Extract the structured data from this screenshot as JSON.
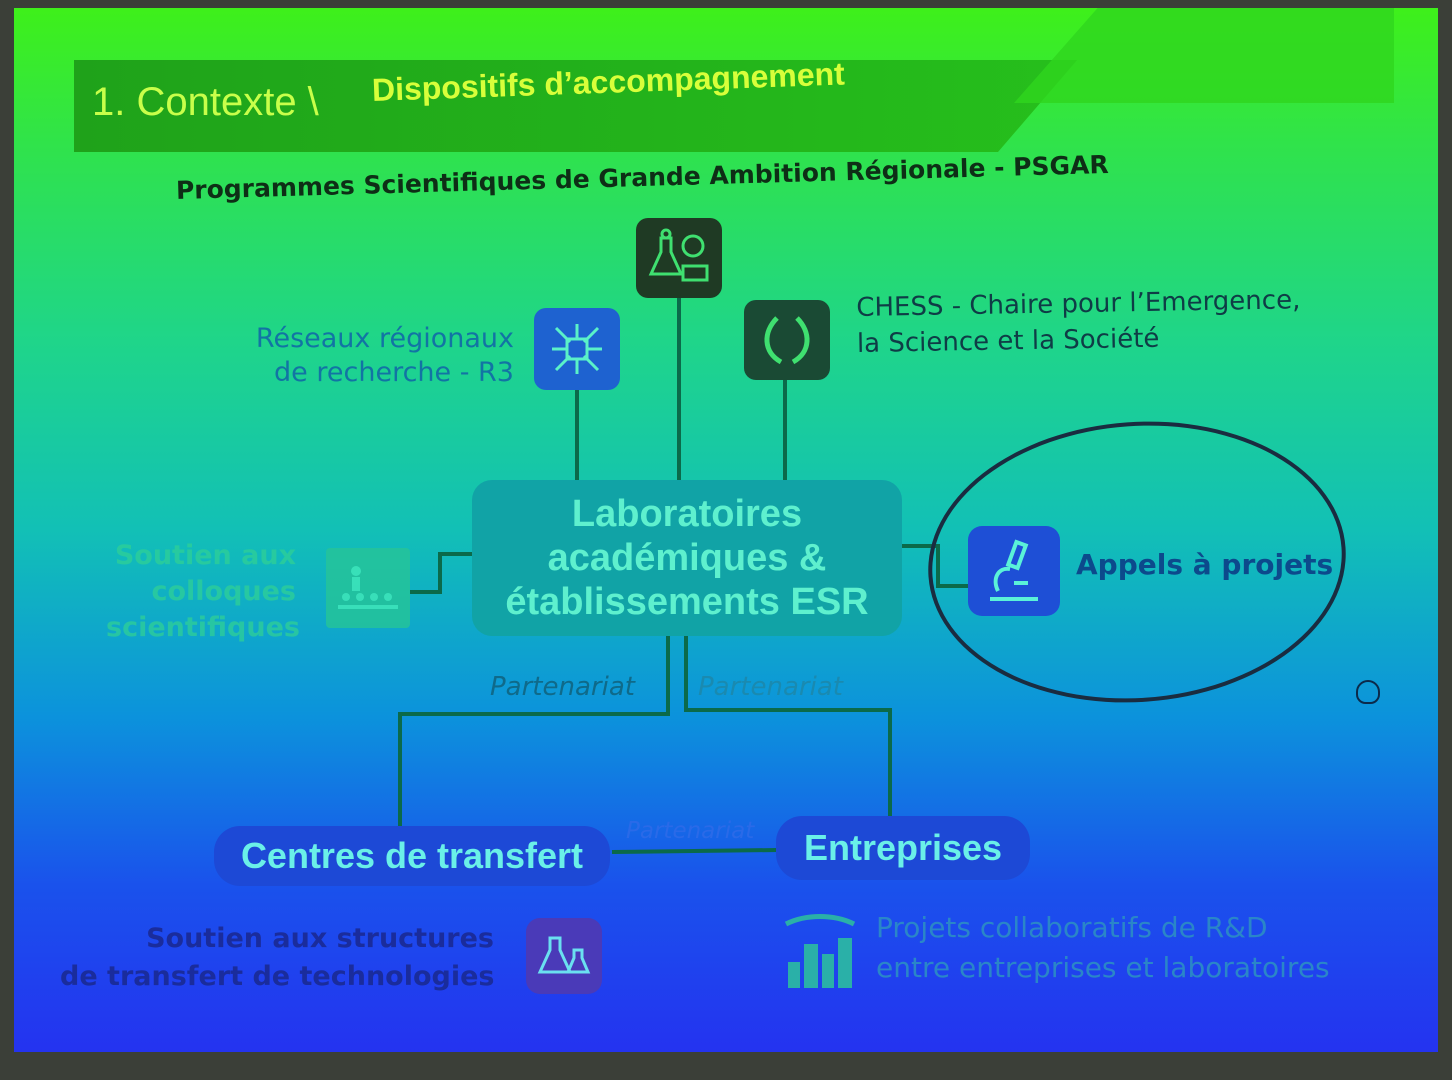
{
  "header": {
    "number_label": "1. Contexte \\",
    "title": "Dispositifs d’accompagnement"
  },
  "diagram": {
    "top_program": "Programmes Scientifiques de Grande Ambition Régionale - PSGAR",
    "reseaux_line1": "Réseaux régionaux",
    "reseaux_line2": "de recherche - R3",
    "chess_line1": "CHESS - Chaire pour l’Emergence,",
    "chess_line2": "la Science et la Société",
    "center_line1": "Laboratoires",
    "center_line2": "académiques &",
    "center_line3": "établissements ESR",
    "soutien_colloques_line1": "Soutien aux",
    "soutien_colloques_line2": "colloques",
    "soutien_colloques_line3": "scientifiques",
    "appels": "Appels à projets",
    "partenariat_left": "Partenariat",
    "partenariat_right": "Partenariat",
    "partenariat_bottom": "Partenariat",
    "centres": "Centres de transfert",
    "entreprises": "Entreprises",
    "soutien_structures_line1": "Soutien aux structures",
    "soutien_structures_line2": "de transfert de technologies",
    "projets_line1": "Projets collaboratifs de R&D",
    "projets_line2": "entre entreprises et laboratoires"
  },
  "icons": [
    "lab-bulb-icon",
    "circuit-network-icon",
    "laurel-wreath-icon",
    "audience-icon",
    "microscope-icon",
    "lab-flask-icon",
    "city-buildings-icon"
  ],
  "colors": {
    "center_node": "#11a3a6",
    "bottom_nodes": "#1d49d6",
    "connector": "#0b6a4a"
  }
}
